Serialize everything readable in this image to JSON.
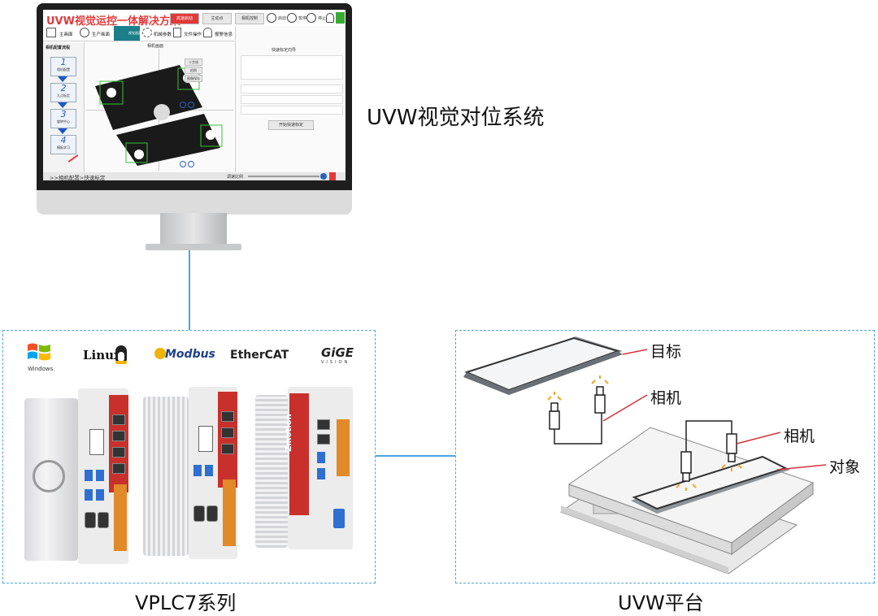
{
  "labels": {
    "uvw_system": "UVW视觉对位系统",
    "vplc_series": "VPLC7系列",
    "uvw_platform": "UVW平台",
    "target": "目标",
    "camera_top": "相机",
    "camera_bottom": "相机",
    "object": "对象"
  },
  "screen": {
    "app_title": "UVW视觉运控一体解决方案",
    "buttons": [
      "高速启动",
      "主动点",
      "相机控制"
    ],
    "ctrl_labels": [
      "启动",
      "暂停",
      "停止"
    ],
    "nav": [
      "主画面",
      "生产画面",
      "视觉画面",
      "机械参数",
      "文件操作",
      "报警信息"
    ],
    "sidebar_title": "相机配置流程",
    "steps": [
      {
        "num": "1",
        "label": "相机配置"
      },
      {
        "num": "2",
        "label": "九点标定"
      },
      {
        "num": "3",
        "label": "旋转中心"
      },
      {
        "num": "4",
        "label": "模板学习"
      }
    ],
    "center_title": "相机画面",
    "image_btns": [
      "十字线",
      "拍照",
      "图像保存"
    ],
    "right_title": "快速标定向导",
    "right_btn": "开始快速标定",
    "status": ">>相机配置>快速标定",
    "speed_label": "调速比例"
  },
  "logos": {
    "windows": "Windows",
    "linux": "Linux",
    "modbus": "Modbus",
    "ethercat": "EtherCAT",
    "gige": "GiGE",
    "gige_sub": "VISION"
  },
  "brand": "Zmotion",
  "colors": {
    "connector": "#4da3e0",
    "accent_red": "#c9302c",
    "phone_light": "#f5a623"
  }
}
